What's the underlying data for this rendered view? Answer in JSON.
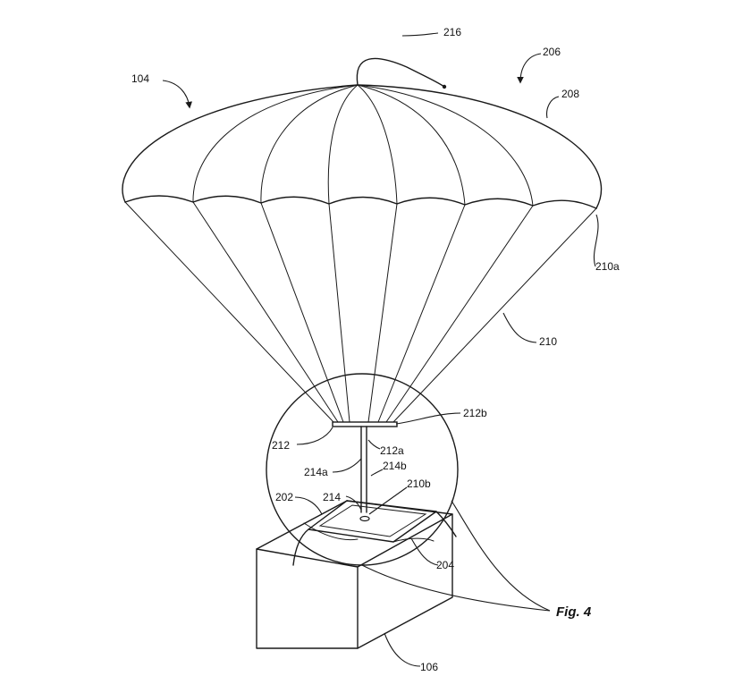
{
  "figure": {
    "caption": "Fig. 4",
    "labels": {
      "l104": "104",
      "l216": "216",
      "l206": "206",
      "l208": "208",
      "l210a": "210a",
      "l210": "210",
      "l212b": "212b",
      "l212": "212",
      "l212a": "212a",
      "l214a": "214a",
      "l214b": "214b",
      "l214": "214",
      "l210b": "210b",
      "l202": "202",
      "l204": "204",
      "l106": "106"
    }
  }
}
